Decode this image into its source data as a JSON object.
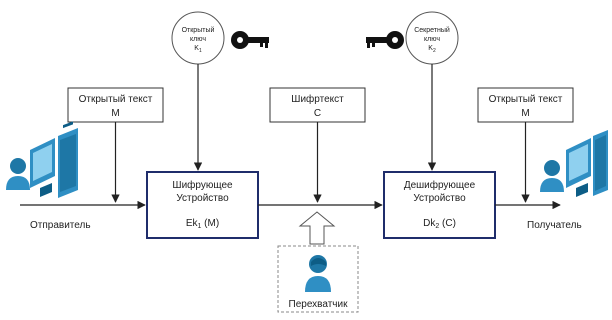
{
  "encryption_key": {
    "label_line1": "Открытый",
    "label_line2": "ключ",
    "label_symbol": "K",
    "label_subscript": "1"
  },
  "decryption_key": {
    "label_line1": "Секретный",
    "label_line2": "ключ",
    "label_symbol": "K",
    "label_subscript": "2"
  },
  "plaintext_in": {
    "line1": "Открытый текст",
    "line2": "M"
  },
  "ciphertext": {
    "line1": "Шифртекст",
    "line2": "C"
  },
  "plaintext_out": {
    "line1": "Открытый текст",
    "line2": "M"
  },
  "encryptor": {
    "line1": "Шифрующее",
    "line2": "Устройство",
    "formula_prefix": "Ek",
    "formula_subscript": "1",
    "formula_suffix": " (M)"
  },
  "decryptor": {
    "line1": "Дешифрующее",
    "line2": "Устройство",
    "formula_prefix": "Dk",
    "formula_subscript": "2",
    "formula_suffix": " (C)"
  },
  "sender": {
    "label": "Отправитель"
  },
  "receiver": {
    "label": "Получатель"
  },
  "interceptor": {
    "label": "Перехватчик"
  },
  "colors": {
    "device_border": "#1f2d6b",
    "line": "#222222",
    "icon_blue": "#2f8fc4",
    "icon_dark": "#0d5d86",
    "key_black": "#111111",
    "dashed": "#888888"
  }
}
